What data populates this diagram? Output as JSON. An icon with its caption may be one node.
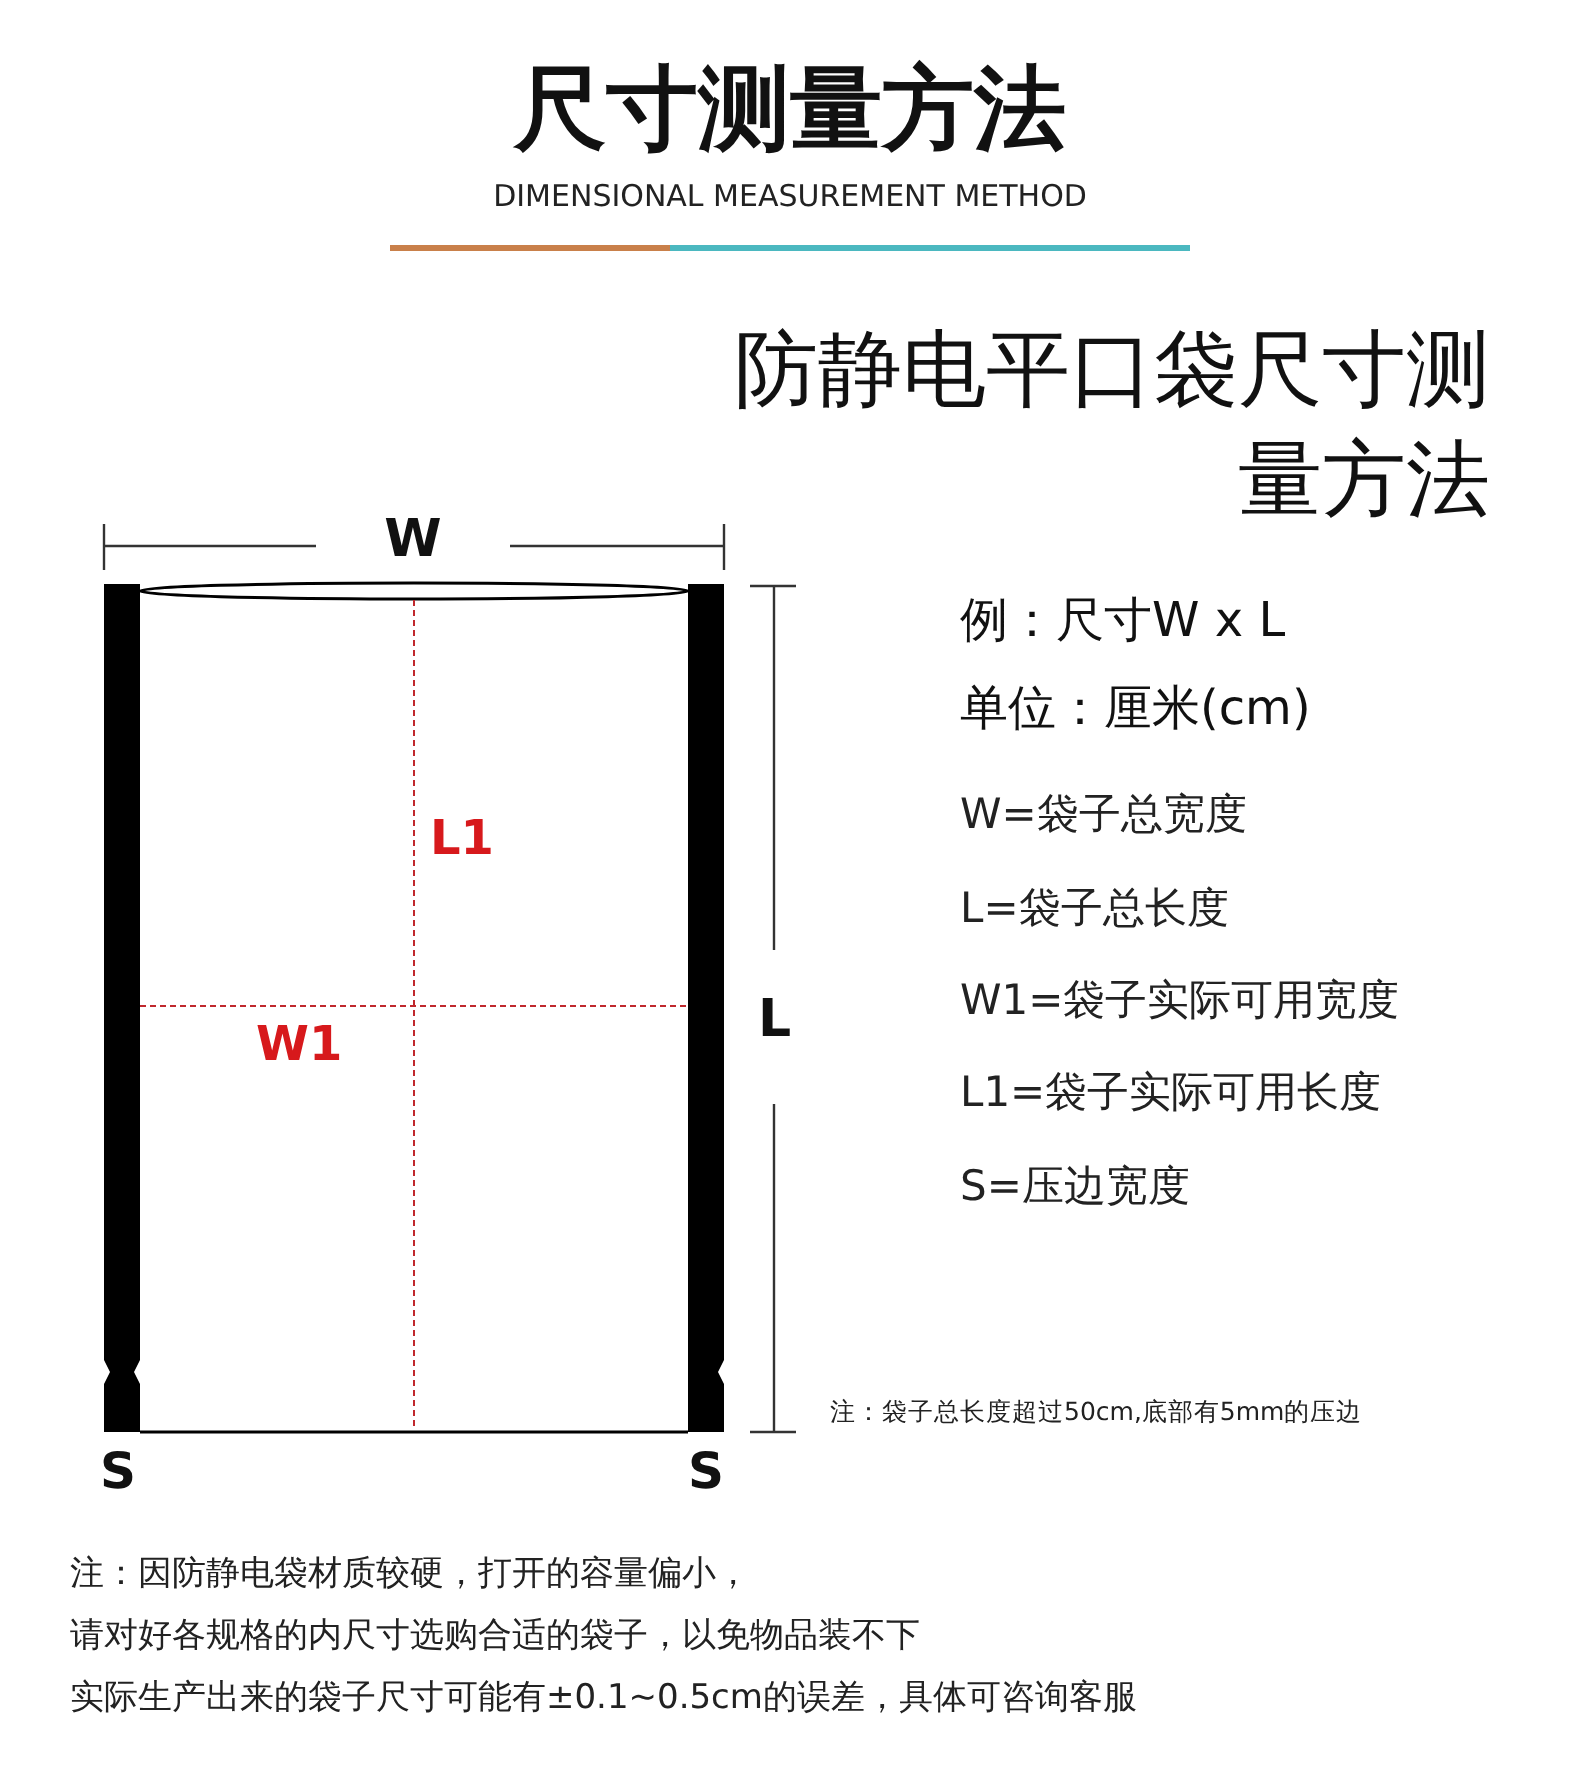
{
  "diagram": {
    "title": "尺寸测量方法",
    "labels": [
      "DIMENSIONAL MEASUREMENT METHOD",
      "防静电平口袋尺寸测量方法",
      "W",
      "例：尺寸W x L",
      "单位：厘米(cm)",
      "W=袋子总宽度",
      "L1",
      "L=袋子总长度",
      "W1=袋子实际可用宽度",
      "W1",
      "L",
      "L1=袋子实际可用长度",
      "S=压边宽度",
      "注：袋子总长度超过50cm,底部有5mm的压边",
      "S",
      "S",
      "注：因防静电袋材质较硬，打开的容量偏小，",
      "请对好各规格的内尺寸选购合适的袋子，以免物品装不下",
      "实际生产出来的袋子尺寸可能有±0.1~0.5cm的误差，具体可咨询客服"
    ]
  }
}
